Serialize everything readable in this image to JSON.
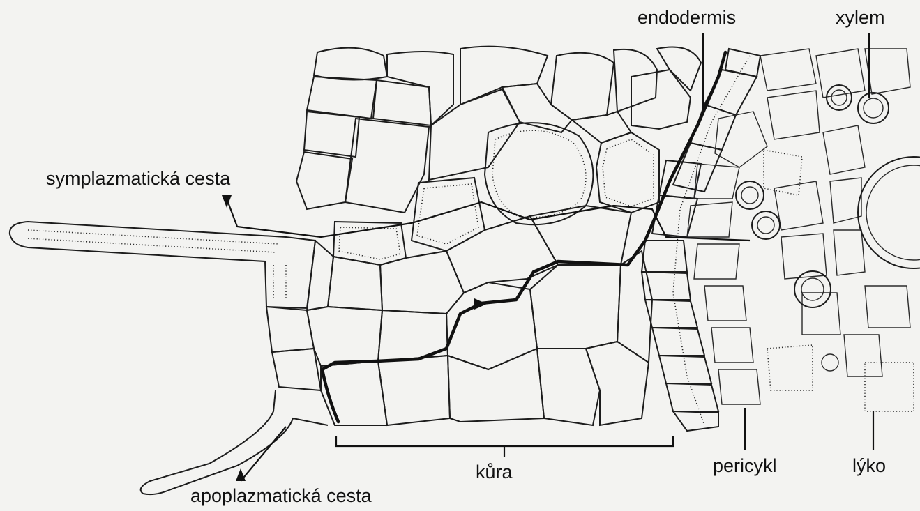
{
  "labels": {
    "symplasmic": "symplazmatická cesta",
    "apoplasmic": "apoplazmatická cesta",
    "cortex": "kůra",
    "endodermis": "endodermis",
    "xylem": "xylem",
    "pericycle": "pericykl",
    "phloem": "lýko"
  }
}
